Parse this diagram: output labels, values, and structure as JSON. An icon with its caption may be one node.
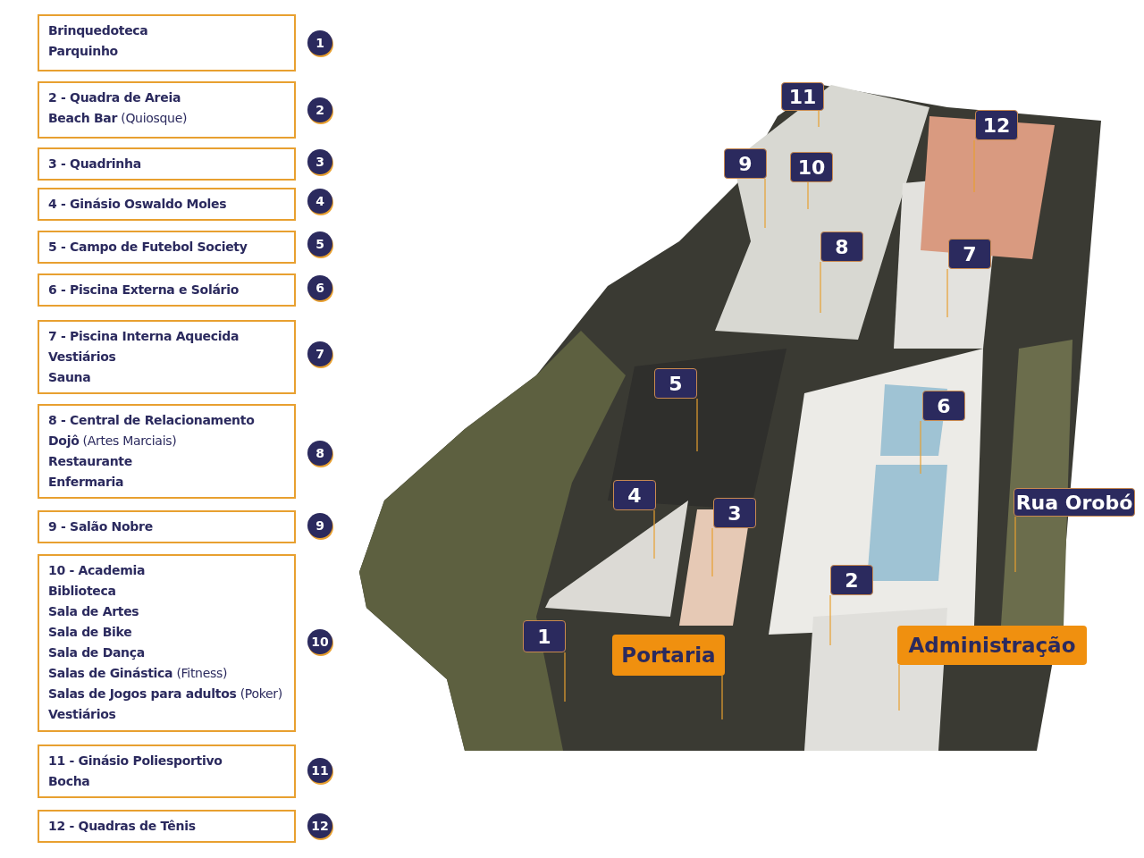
{
  "diagram": {
    "nodes": [
      {
        "text": [
          "Brinquedoteca",
          "Parquinho"
        ]
      },
      {
        "text": [
          "1"
        ]
      },
      {
        "text": [
          "2 - Quadra de Areia",
          "**Beach Bar** (Quiosque)"
        ]
      },
      {
        "text": [
          "2"
        ]
      },
      {
        "text": [
          "3 - Quadrinha"
        ]
      },
      {
        "text": [
          "3"
        ]
      },
      {
        "text": [
          "4 - Ginásio Oswaldo Moles"
        ]
      },
      {
        "text": [
          "4"
        ]
      },
      {
        "text": [
          "5 - Campo de Futebol Society"
        ]
      },
      {
        "text": [
          "5"
        ]
      },
      {
        "text": [
          "6 - Piscina Externa e Solário"
        ]
      },
      {
        "text": [
          "6"
        ]
      },
      {
        "text": [
          "7 - Piscina Interna Aquecida",
          "Vestiários",
          "Sauna"
        ]
      },
      {
        "text": [
          "7"
        ]
      },
      {
        "text": [
          "8 - Central de Relacionamento",
          "**Dojô** (Artes Marciais)",
          "Restaurante",
          "Enfermaria"
        ]
      },
      {
        "text": [
          "8"
        ]
      },
      {
        "text": [
          "9 - Salão Nobre"
        ]
      },
      {
        "text": [
          "9"
        ]
      },
      {
        "text": [
          "10 - Academia",
          "Biblioteca",
          "Sala de Artes",
          "Sala de Bike",
          "Sala de Dança",
          "**Salas de Ginástica** (Fitness)",
          "**Salas de Jogos para adultos** (Poker)",
          "Vestiários"
        ]
      },
      {
        "text": [
          "10"
        ]
      },
      {
        "text": [
          "11 - Ginásio Poliesportivo",
          "Bocha"
        ]
      },
      {
        "text": [
          "11"
        ]
      },
      {
        "text": [
          "12 - Quadras de Tênis"
        ]
      },
      {
        "text": [
          "12"
        ]
      },
      {
        "text": [],
        "shape": "picture"
      },
      {
        "text": [
          "11"
        ],
        "in": 24
      },
      {
        "text": [
          "12"
        ],
        "in": 24
      },
      {
        "text": [
          "10"
        ],
        "in": 24
      },
      {
        "text": [
          "9"
        ],
        "in": 24
      },
      {
        "text": [
          "8"
        ],
        "in": 24
      },
      {
        "text": [
          "7"
        ],
        "in": 24
      },
      {
        "text": [
          "5"
        ],
        "in": 24
      },
      {
        "text": [
          "6"
        ],
        "in": 24
      },
      {
        "text": [
          "4"
        ],
        "in": 24
      },
      {
        "text": [
          "Rua Orobó"
        ],
        "in": 24
      },
      {
        "text": [
          "3"
        ],
        "in": 24
      },
      {
        "text": [
          "2"
        ],
        "in": 24
      },
      {
        "text": [
          "1"
        ],
        "in": 24
      },
      {
        "text": [
          "Administração"
        ],
        "in": 24
      },
      {
        "text": [
          "Portaria"
        ],
        "in": 24
      }
    ],
    "edges": [
      {
        "from": 25,
        "to": null,
        "arrow": "none"
      },
      {
        "from": 26,
        "to": null,
        "arrow": "none"
      },
      {
        "from": 27,
        "to": null,
        "arrow": "none"
      },
      {
        "from": 28,
        "to": null,
        "arrow": "none"
      },
      {
        "from": 29,
        "to": null,
        "arrow": "none"
      },
      {
        "from": 30,
        "to": null,
        "arrow": "none"
      },
      {
        "from": 31,
        "to": null,
        "arrow": "none"
      },
      {
        "from": 32,
        "to": null,
        "arrow": "none"
      },
      {
        "from": 33,
        "to": null,
        "arrow": "none"
      },
      {
        "from": 34,
        "to": null,
        "arrow": "none"
      },
      {
        "from": 35,
        "to": null,
        "arrow": "none"
      },
      {
        "from": 36,
        "to": null,
        "arrow": "none"
      },
      {
        "from": 37,
        "to": null,
        "arrow": "none"
      },
      {
        "from": 38,
        "to": null,
        "arrow": "none"
      },
      {
        "from": 39,
        "to": null,
        "arrow": "none"
      }
    ]
  }
}
